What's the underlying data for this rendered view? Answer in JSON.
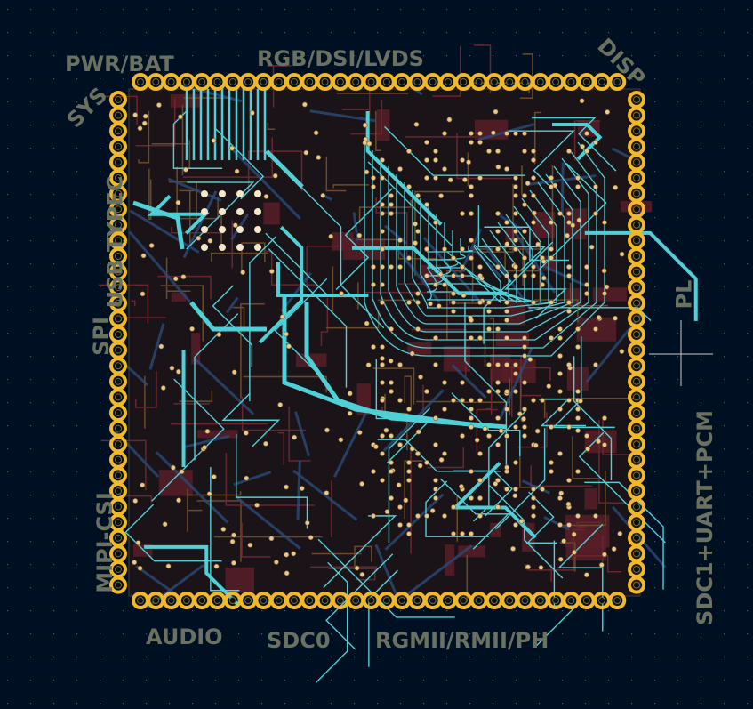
{
  "labels": {
    "pwr_bat": "PWR/BAT",
    "rgb_dsi_lvds": "RGB/DSI/LVDS",
    "disp": "DISP",
    "sys": "SYS",
    "usb_typec": "USB TYPEC",
    "spi": "SPI",
    "mipi_csi": "MIPI-CSI",
    "pl": "PL",
    "sdc1_uart_pcm": "SDC1+UART+PCM",
    "audio": "AUDIO",
    "sdc0": "SDC0",
    "rgmii": "RGMII/RMII/PH"
  },
  "colors": {
    "background": "#001023",
    "grid_dot": "#4a5566",
    "pad": "#f2b829",
    "silkscreen": "#5d6454",
    "top_copper": "#4fd0d6",
    "inner_copper": "#5a1e28",
    "bottom_copper": "#2a4a78",
    "via": "#e9c98a"
  }
}
